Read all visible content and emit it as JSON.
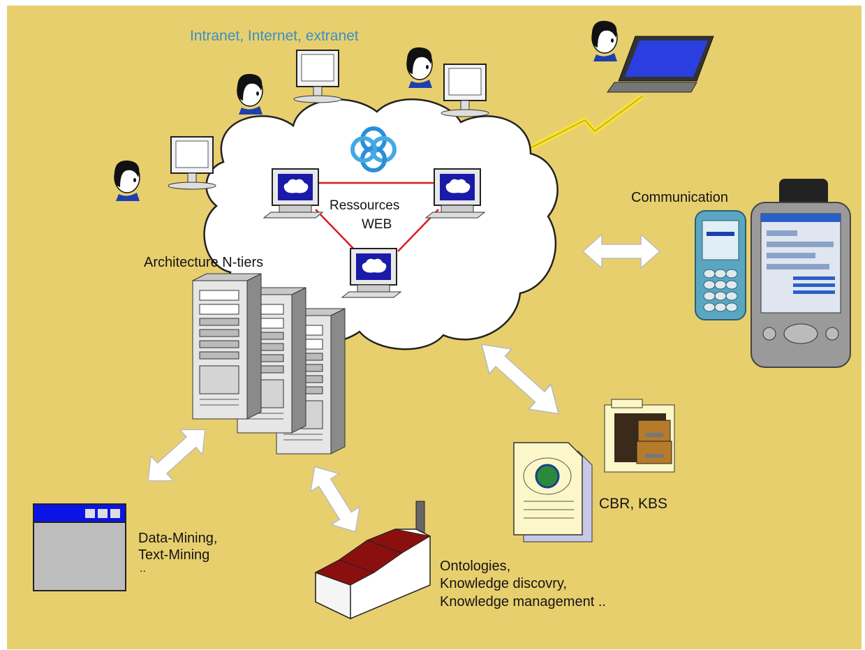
{
  "labels": {
    "network": "Intranet, Internet, extranet",
    "resources_line1": "Ressources",
    "resources_line2": "WEB",
    "architecture": "Architecture N-tiers",
    "communication": "Communication",
    "cbr": "CBR, KBS",
    "mining_line1": "Data-Mining,",
    "mining_line2": "Text-Mining",
    "mining_line3": "..",
    "knowledge_line1": "Ontologies,",
    "knowledge_line2": "Knowledge discovry,",
    "knowledge_line3": "Knowledge management .."
  },
  "colors": {
    "background": "#e8cf6e",
    "network_label": "#3a8fc4",
    "cloud": "#ffffff",
    "link": "#d81d1d",
    "window_titlebar": "#0b14e6",
    "factory_roof": "#8a1010",
    "lightning": "#f5e23a"
  },
  "icons": [
    "user-icon",
    "monitor-icon",
    "laptop-icon",
    "cloud-icon",
    "globe-knot-icon",
    "server-icon",
    "phone-icon",
    "pda-icon",
    "window-icon",
    "factory-icon",
    "document-icon",
    "folder-icon",
    "double-arrow-icon",
    "lightning-icon"
  ]
}
